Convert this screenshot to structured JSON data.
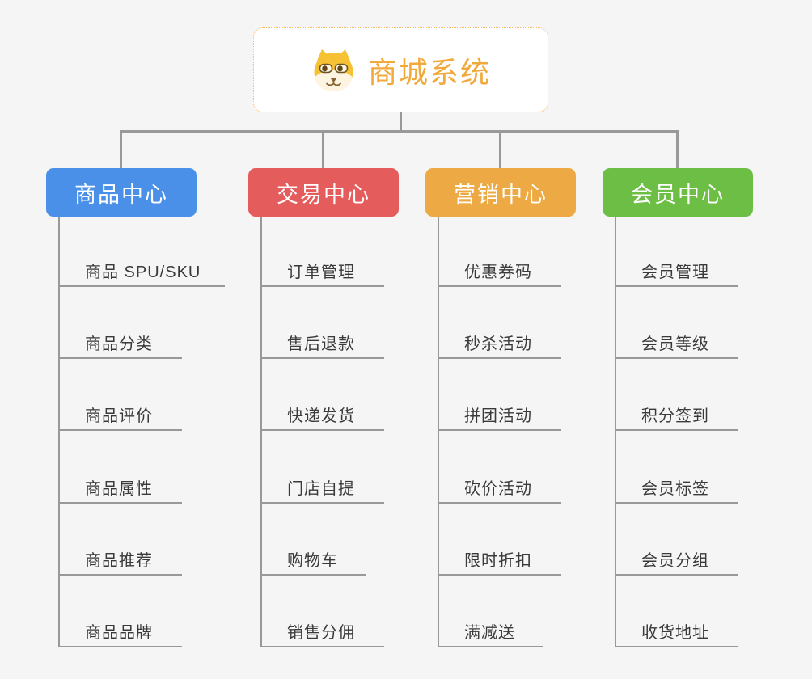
{
  "canvas": {
    "background_color": "#f5f5f6",
    "connector_color": "#999999",
    "text_color": "#3a3a3a"
  },
  "root": {
    "title": "商城系统",
    "title_color": "#f2a93b",
    "border_color": "#f2b969",
    "icon": "dog-face-icon"
  },
  "branches": [
    {
      "label": "商品中心",
      "color": "#4a90e8",
      "items": [
        "商品 SPU/SKU",
        "商品分类",
        "商品评价",
        "商品属性",
        "商品推荐",
        "商品品牌"
      ]
    },
    {
      "label": "交易中心",
      "color": "#e55c5c",
      "items": [
        "订单管理",
        "售后退款",
        "快递发货",
        "门店自提",
        "购物车",
        "销售分佣"
      ]
    },
    {
      "label": "营销中心",
      "color": "#eda943",
      "items": [
        "优惠券码",
        "秒杀活动",
        "拼团活动",
        "砍价活动",
        "限时折扣",
        "满减送"
      ]
    },
    {
      "label": "会员中心",
      "color": "#6dbe45",
      "items": [
        "会员管理",
        "会员等级",
        "积分签到",
        "会员标签",
        "会员分组",
        "收货地址"
      ]
    }
  ]
}
